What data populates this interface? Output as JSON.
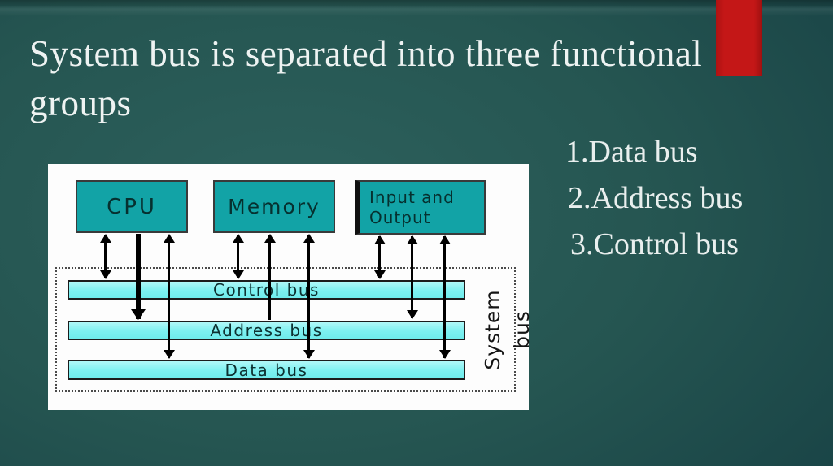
{
  "slide": {
    "title": "System bus is separated into three functional groups",
    "list": [
      {
        "number": "1.",
        "label": "Data bus"
      },
      {
        "number": "2.",
        "label": "Address bus"
      },
      {
        "number": "3.",
        "label": "Control bus"
      }
    ]
  },
  "diagram": {
    "components": [
      {
        "label": "CPU"
      },
      {
        "label": "Memory"
      },
      {
        "label": "Input and Output"
      }
    ],
    "buses": [
      {
        "label": "Control bus"
      },
      {
        "label": "Address bus"
      },
      {
        "label": "Data bus"
      }
    ],
    "side_label": "System bus",
    "connections": [
      {
        "from": "CPU",
        "to": "Control bus",
        "type": "bidirectional"
      },
      {
        "from": "CPU",
        "to": "Address bus",
        "type": "to-bus"
      },
      {
        "from": "CPU",
        "to": "Data bus",
        "type": "bidirectional"
      },
      {
        "from": "Memory",
        "to": "Control bus",
        "type": "bidirectional"
      },
      {
        "from": "Memory",
        "to": "Address bus",
        "type": "from-bus"
      },
      {
        "from": "Memory",
        "to": "Data bus",
        "type": "bidirectional"
      },
      {
        "from": "Input and Output",
        "to": "Control bus",
        "type": "bidirectional"
      },
      {
        "from": "Input and Output",
        "to": "Address bus",
        "type": "bidirectional"
      },
      {
        "from": "Input and Output",
        "to": "Data bus",
        "type": "bidirectional"
      }
    ]
  },
  "colors": {
    "accent_red": "#c41717",
    "component_fill": "#12a3a6",
    "bus_fill": "#7df1f1",
    "slide_background": "#235551",
    "panel_background": "#fdfdfd"
  }
}
